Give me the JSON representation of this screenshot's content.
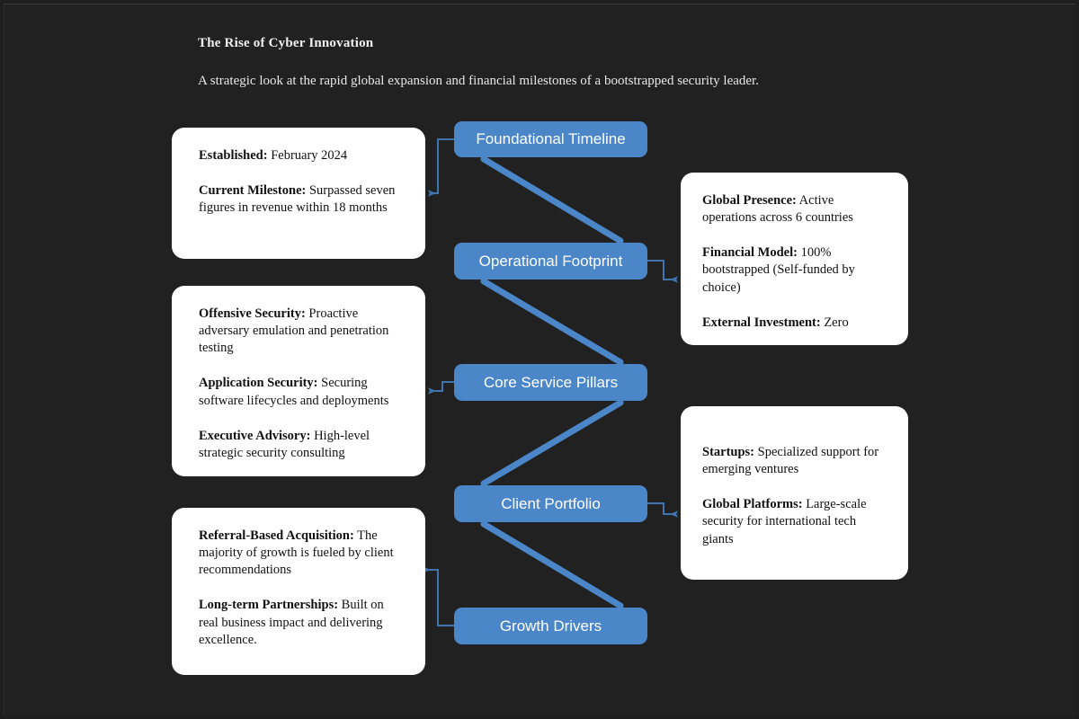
{
  "header": {
    "title": "The Rise of Cyber Innovation",
    "subtitle": "A strategic look at the rapid global expansion and financial milestones of a bootstrapped security leader."
  },
  "colors": {
    "background": "#1f1f1f",
    "node_blue": "#4a86c8",
    "connector_blue": "#4a86c8",
    "card_white": "#ffffff",
    "text_light": "#f0f0f0",
    "text_dark": "#111111"
  },
  "nodes": [
    {
      "id": "foundational-timeline",
      "label": "Foundational Timeline"
    },
    {
      "id": "operational-footprint",
      "label": "Operational Footprint"
    },
    {
      "id": "core-service-pillars",
      "label": "Core Service Pillars"
    },
    {
      "id": "client-portfolio",
      "label": "Client Portfolio"
    },
    {
      "id": "growth-drivers",
      "label": "Growth Drivers"
    }
  ],
  "cards": [
    {
      "id": "foundational-timeline-details",
      "side": "left",
      "entries": [
        {
          "label": "Established:",
          "text": " February 2024"
        },
        {
          "label": "Current Milestone:",
          "text": " Surpassed seven figures in revenue within 18 months"
        }
      ]
    },
    {
      "id": "operational-footprint-details",
      "side": "right",
      "entries": [
        {
          "label": "Global Presence:",
          "text": " Active operations across 6 countries"
        },
        {
          "label": "Financial Model:",
          "text": " 100% bootstrapped (Self-funded by choice)"
        },
        {
          "label": "External Investment:",
          "text": " Zero"
        }
      ]
    },
    {
      "id": "core-service-pillars-details",
      "side": "left",
      "entries": [
        {
          "label": "Offensive Security:",
          "text": " Proactive adversary emulation and penetration testing"
        },
        {
          "label": "Application Security:",
          "text": " Securing software lifecycles and deployments"
        },
        {
          "label": "Executive Advisory:",
          "text": " High-level strategic security consulting"
        }
      ]
    },
    {
      "id": "client-portfolio-details",
      "side": "right",
      "entries": [
        {
          "label": "Startups:",
          "text": " Specialized support for emerging ventures"
        },
        {
          "label": "Global Platforms:",
          "text": " Large-scale security for international tech giants"
        }
      ]
    },
    {
      "id": "growth-drivers-details",
      "side": "left",
      "entries": [
        {
          "label": "Referral-Based Acquisition:",
          "text": " The majority of growth is fueled by client recommendations"
        },
        {
          "label": "Long-term Partnerships:",
          "text": " Built on real business impact and delivering excellence."
        }
      ]
    }
  ]
}
